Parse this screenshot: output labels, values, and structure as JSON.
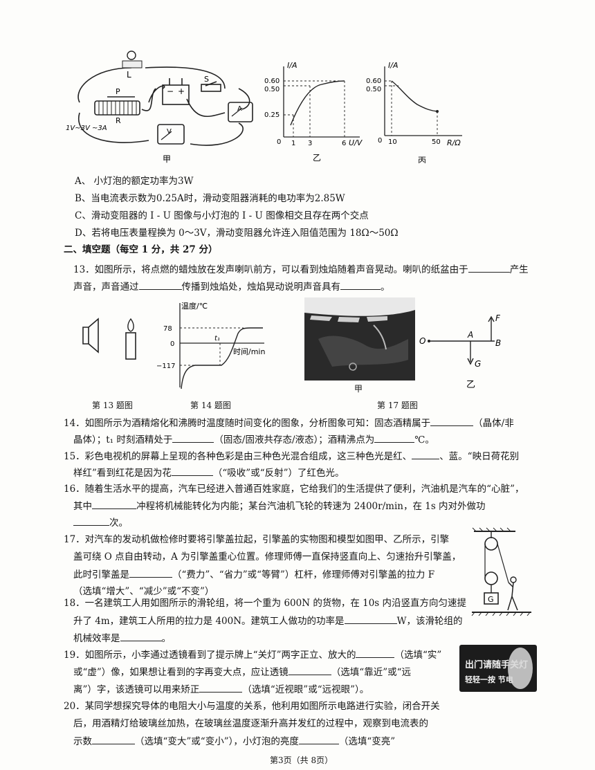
{
  "fig_top": {
    "circuit": {
      "label_L": "L",
      "label_P": "P",
      "label_R": "R",
      "label_S": "S",
      "hand_note": "1V~3V  ~3A",
      "caption": "甲"
    },
    "graph_yi": {
      "ylabel": "I/A",
      "xlabel": "U/V",
      "y_ticks": [
        "0.60",
        "0.50",
        "0.25"
      ],
      "x_ticks": [
        "0",
        "1",
        "3",
        "6"
      ],
      "caption": "乙"
    },
    "graph_bing": {
      "ylabel": "I/A",
      "xlabel": "R/Ω",
      "y_ticks": [
        "0.60",
        "0.50"
      ],
      "x_ticks": [
        "0",
        "10",
        "50"
      ],
      "caption": "丙"
    }
  },
  "options": [
    "A、 小灯泡的额定功率为3W",
    "B、当电流表示数为0.25A时，滑动变阻器消耗的电功率为2.85W",
    "C、滑动变阻器的 I - U 图像与小灯泡的 I - U 图像相交且存在两个交点",
    "D、若将电压表量程换为 0～3V，滑动变阻器允许连入阻值范围为 18Ω～50Ω"
  ],
  "section2": "二、填空题（每空 1 分，共 27 分）",
  "q13": {
    "l1a": "13．如图所示，将点燃的蜡烛放在发声喇叭前方，可以看到烛焰随着声音晃动。喇叭的纸盆由于",
    "l1b": "产生",
    "l2a": "声音，声音通过",
    "l2b": "传播到烛焰处，烛焰晃动说明声音具有",
    "l2c": "。"
  },
  "fig_mid": {
    "graph14": {
      "ylabel": "温度/℃",
      "xlabel": "时间/min",
      "y_ticks": [
        "78",
        "0",
        "−117"
      ],
      "t_label": "t₁"
    },
    "photo_caption": "甲",
    "lever": {
      "O": "O",
      "A": "A",
      "B": "B",
      "F": "F",
      "G": "G",
      "caption": "乙"
    },
    "captions": [
      "第 13 题图",
      "第 14 题图",
      "第 17 题图"
    ]
  },
  "q14": {
    "l1a": "14．如图所示为酒精熔化和沸腾时温度随时间变化的图象，分析图象可知：固态酒精属于",
    "l1b": "（晶体/非",
    "l2a": "晶体）；t₁ 时刻酒精处于",
    "l2b": "（固态/固液共存态/液态）；酒精沸点为",
    "l2c": "℃。"
  },
  "q15": {
    "l1a": "15．彩色电视机的屏幕上呈现的各种色彩是由三种色光混合组成，这三种色光是红、",
    "l1b": "、蓝。“映日荷花别",
    "l2a": "样红”看到红花是因为花",
    "l2b": "（“吸收”或“反射”）了红色光。"
  },
  "q16": {
    "l1": "16．随着生活水平的提高，汽车已经进入普通百姓家庭，它给我们的生活提供了便利，汽油机是汽车的“心脏”，",
    "l2a": "其中",
    "l2b": "冲程将机械能转化为内能；某台汽油机飞轮的转速为 2400r/min，在 1s 内对外做功",
    "l3": "次。"
  },
  "q17": {
    "l1": "17．对汽车的发动机做检修时要将引擎盖拉起，引擎盖的实物图和模型如图甲、乙所示，引擎",
    "l2": "盖可绕 O 点自由转动，A 为引擎盖重心位置。修理师傅一直保持竖直向上、匀速抬升引擎盖，",
    "l3a": "此时引擎盖是",
    "l3b": "（“费力”、“省力”或“等臂”）杠杆，修理师傅对引擎盖的拉力 F",
    "l4a": "（选填“增大”、“减少”或“不变”）"
  },
  "q18": {
    "l1": "18．一名建筑工人用如图所示的滑轮组，将一个重为 600N 的货物，在 10s 内沿竖直方向匀速提",
    "l2a": "升了 4m，建筑工人所用的拉力是 400N。建筑工人做功的功率是",
    "l2b": "W，该滑轮组的",
    "l3a": "机械效率是",
    "l3b": "。",
    "pulley_G": "G"
  },
  "q19": {
    "l1a": "19．如图所示，小李通过透镜看到了提示牌上“关灯”两字正立、放大的",
    "l1b": "（选填“实”",
    "l2a": "或“虚”）像，如果想让看到的字再变大点，应让透镜",
    "l2b": "（选填“靠近”或“远",
    "l3a": "离”）字，该透镜可以用来矫正",
    "l3b": "（选填“近视眼”或“远视眼”）。",
    "sign_l1": "出门请随手关灯",
    "sign_l2": "轻轻一按  节电"
  },
  "q20": {
    "l1": "20．某同学想探究导体的电阻大小与温度的关系，他利用如图所示电路进行实验，闭合开关",
    "l2": "后，用酒精灯给玻璃丝加热，在玻璃丝温度逐渐升高并发红的过程中，观察到电流表的",
    "l3a": "示数",
    "l3b": "（选填“变大”或“变小”），小灯泡的亮度",
    "l3c": "（选填“变亮”"
  },
  "footer": "第3页（共 8页）"
}
